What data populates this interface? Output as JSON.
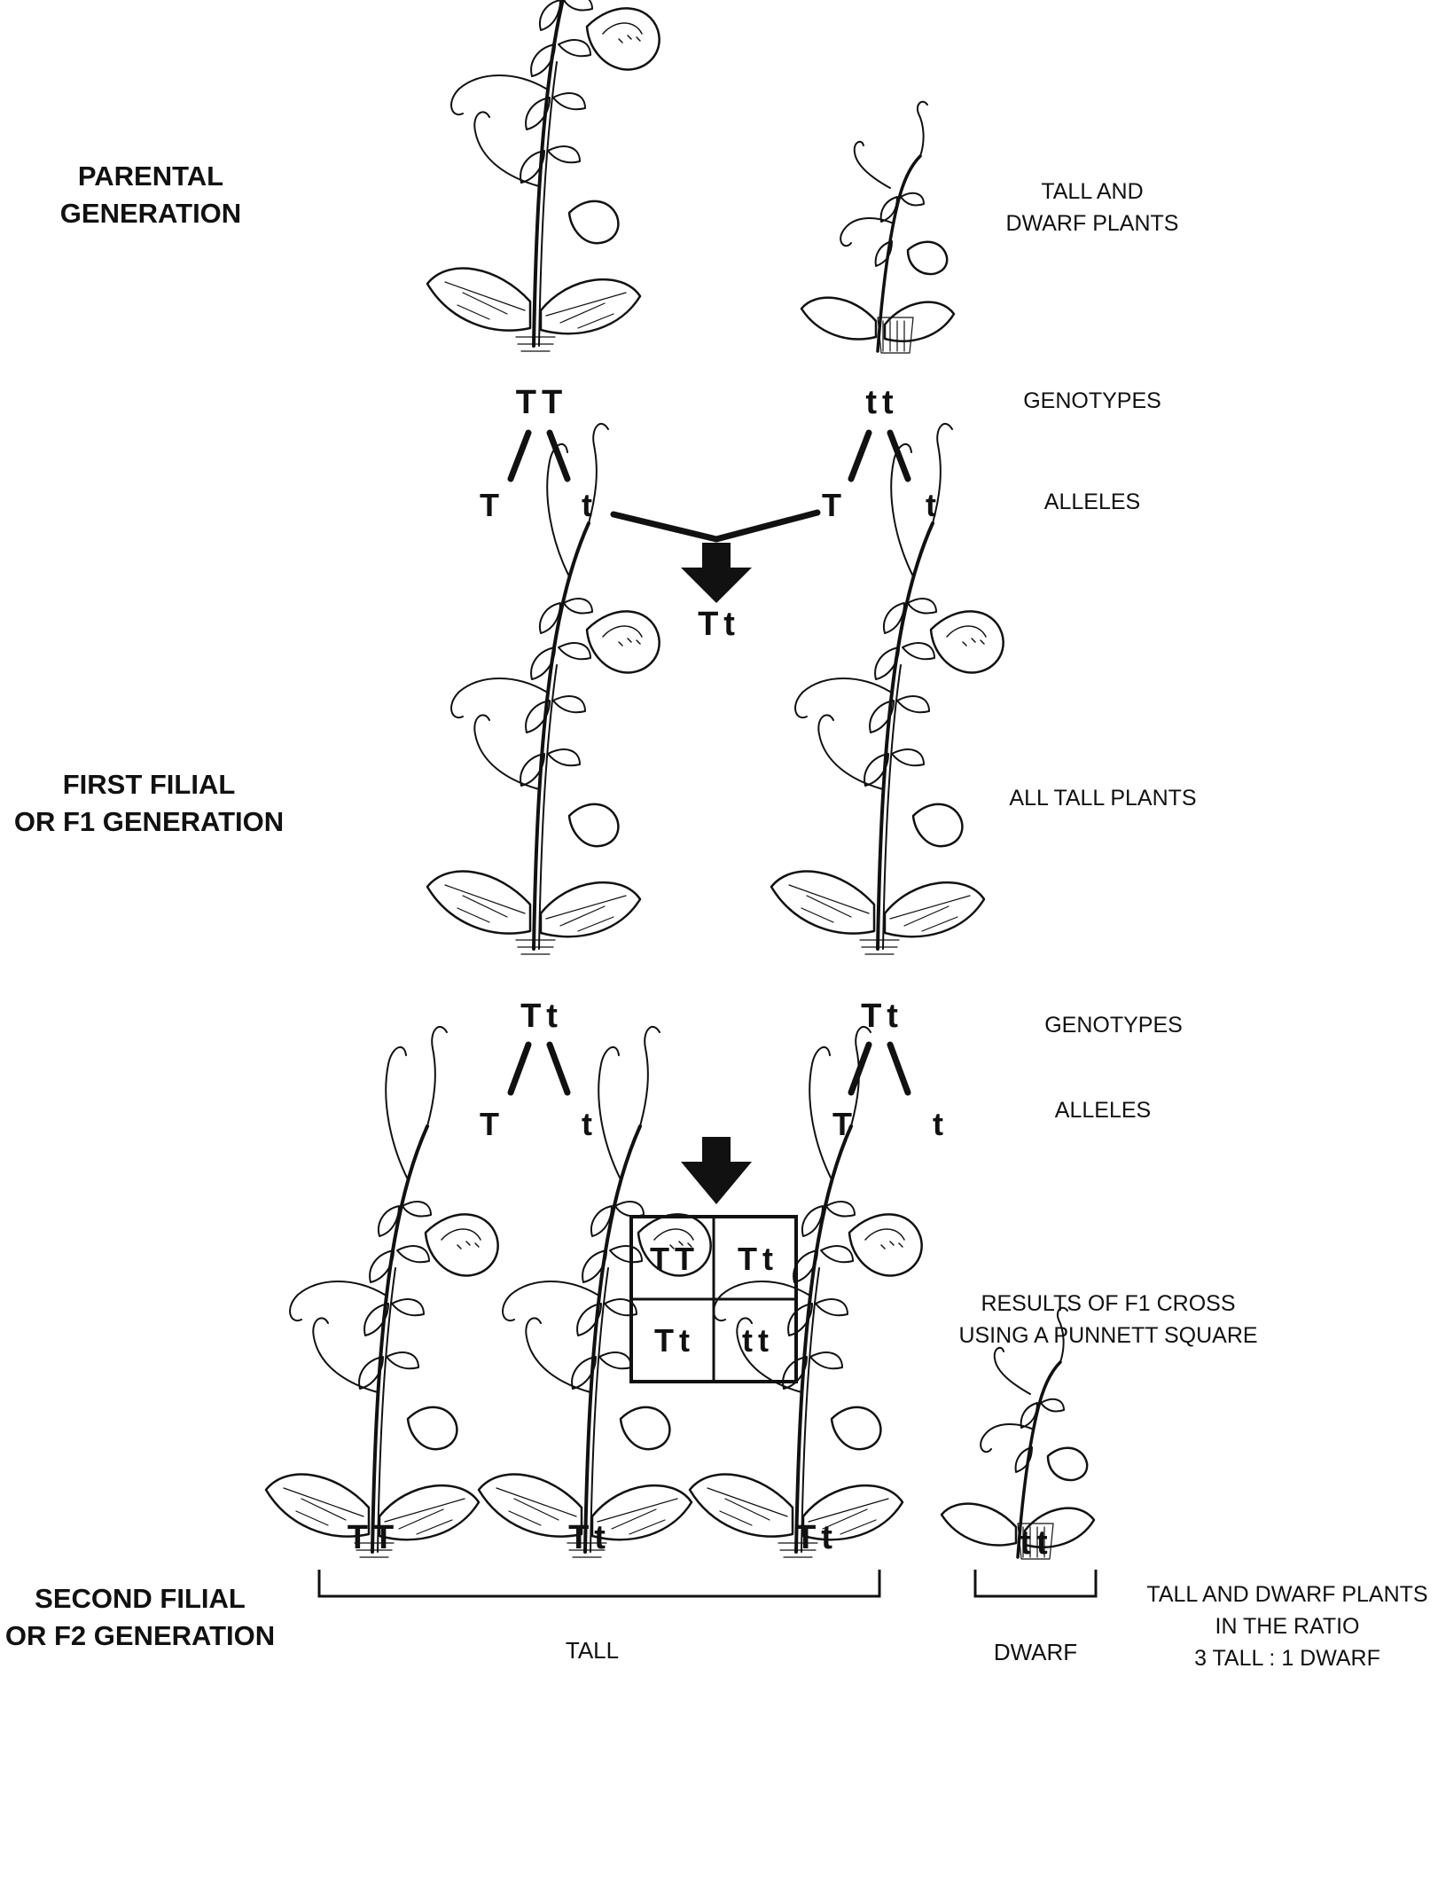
{
  "generations": {
    "parental": [
      "PARENTAL",
      "GENERATION"
    ],
    "f1": [
      "FIRST FILIAL",
      "OR F1 GENERATION"
    ],
    "f2": [
      "SECOND FILIAL",
      "OR F2 GENERATION"
    ]
  },
  "notes": {
    "parental_plants": [
      "TALL AND",
      "DWARF PLANTS"
    ],
    "genotypes": "GENOTYPES",
    "alleles": "ALLELES",
    "f1_plants": "ALL TALL PLANTS",
    "punnett": [
      "RESULTS OF F1 CROSS",
      "USING A PUNNETT SQUARE"
    ],
    "f2_ratio": [
      "TALL AND DWARF PLANTS",
      "IN THE RATIO",
      "3 TALL : 1 DWARF"
    ]
  },
  "parental": {
    "tall_genotype": "TT",
    "dwarf_genotype": "tt",
    "tall_alleles": [
      "T",
      "t"
    ],
    "dwarf_alleles": [
      "T",
      "t"
    ],
    "offspring": "Tt"
  },
  "f1": {
    "left_genotype": "Tt",
    "right_genotype": "Tt",
    "left_alleles": [
      "T",
      "t"
    ],
    "right_alleles": [
      "T",
      "t"
    ]
  },
  "punnett_square": [
    [
      "TT",
      "Tt"
    ],
    [
      "Tt",
      "tt"
    ]
  ],
  "f2": {
    "genotypes": [
      "TT",
      "Tt",
      "Tt",
      "tt"
    ],
    "tall_label": "TALL",
    "dwarf_label": "DWARF"
  }
}
